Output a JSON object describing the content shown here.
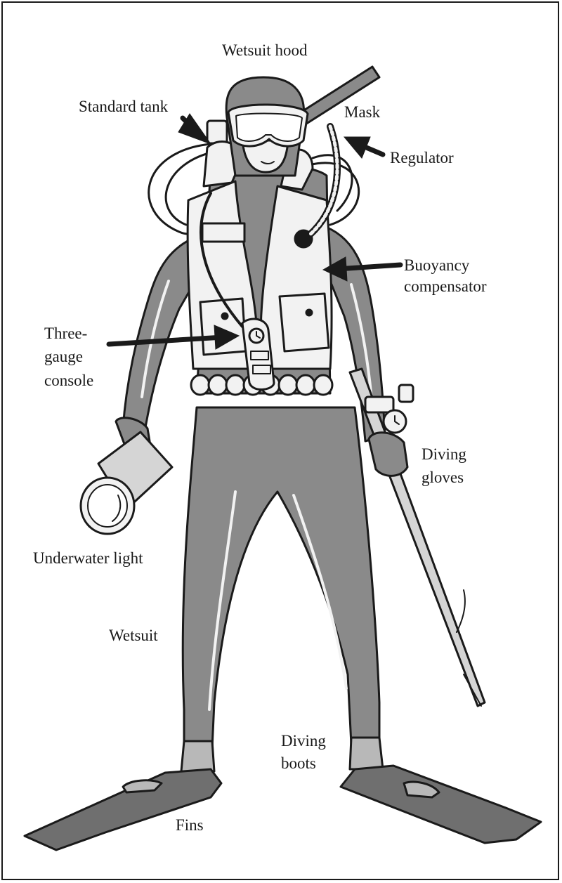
{
  "labels": {
    "wetsuit_hood": "Wetsuit hood",
    "standard_tank": "Standard tank",
    "mask": "Mask",
    "regulator": "Regulator",
    "buoyancy_line1": "Buoyancy",
    "buoyancy_line2": "compensator",
    "console_line1": "Three-",
    "console_line2": "gauge",
    "console_line3": "console",
    "diving_gloves_line1": "Diving",
    "diving_gloves_line2": "gloves",
    "underwater_light": "Underwater light",
    "wetsuit": "Wetsuit",
    "diving_boots_line1": "Diving",
    "diving_boots_line2": "boots",
    "fins": "Fins"
  },
  "colors": {
    "suit": "#8a8a8a",
    "outline": "#1a1a1a",
    "light_fill": "#f2f2f2",
    "fin": "#6f6f6f"
  }
}
